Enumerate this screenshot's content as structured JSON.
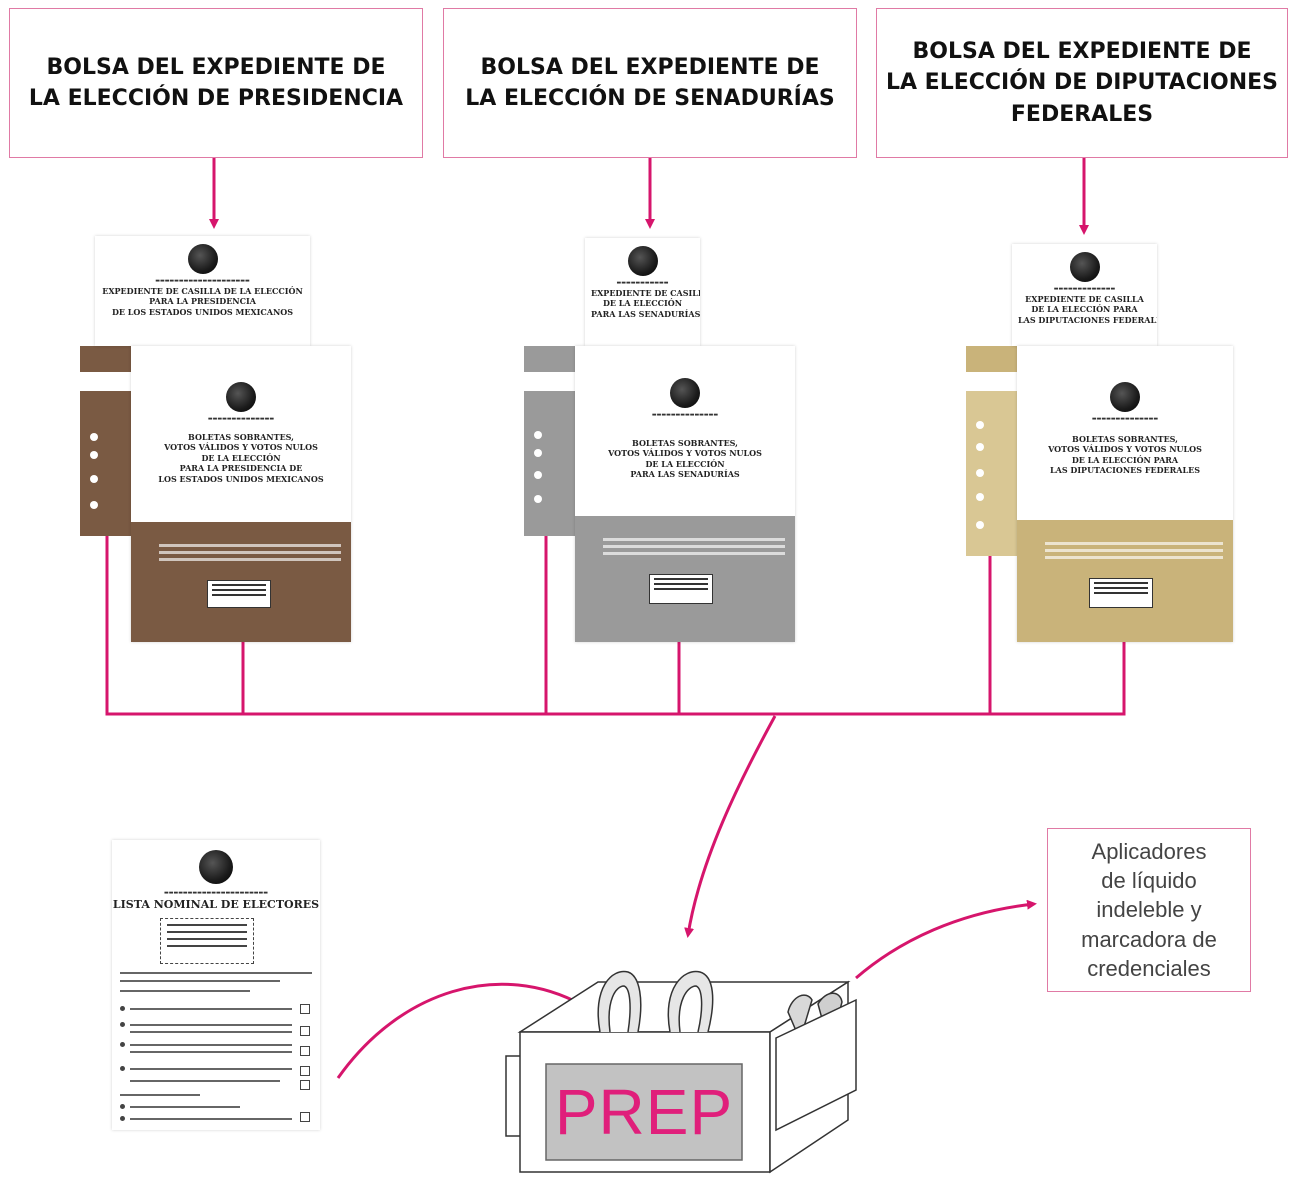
{
  "boxes": {
    "presidencia": {
      "lines": [
        "BOLSA DEL EXPEDIENTE DE",
        "LA ELECCIÓN DE PRESIDENCIA"
      ]
    },
    "senadurias": {
      "lines": [
        "BOLSA DEL EXPEDIENTE DE",
        "LA ELECCIÓN DE SENADURÍAS"
      ]
    },
    "diputaciones": {
      "lines": [
        "BOLSA DEL EXPEDIENTE DE",
        "LA ELECCIÓN DE DIPUTACIONES",
        "FEDERALES"
      ]
    }
  },
  "documents": {
    "presidencia": {
      "back_title": [
        "EXPEDIENTE DE CASILLA DE LA ELECCIÓN",
        "PARA LA PRESIDENCIA",
        "DE LOS ESTADOS UNIDOS MEXICANOS"
      ],
      "front_title": [
        "BOLETAS SOBRANTES,",
        "VOTOS VÁLIDOS Y VOTOS NULOS",
        "DE LA ELECCIÓN",
        "PARA LA PRESIDENCIA DE",
        "LOS ESTADOS UNIDOS MEXICANOS"
      ]
    },
    "senadurias": {
      "back_title": [
        "EXPEDIENTE DE CASILLA",
        "DE LA ELECCIÓN",
        "PARA LAS SENADURÍAS"
      ],
      "front_title": [
        "BOLETAS SOBRANTES,",
        "VOTOS VÁLIDOS Y VOTOS NULOS",
        "DE LA ELECCIÓN",
        "PARA LAS SENADURÍAS"
      ]
    },
    "diputaciones": {
      "back_title": [
        "EXPEDIENTE DE CASILLA",
        "DE LA ELECCIÓN PARA",
        "LAS DIPUTACIONES FEDERALES"
      ],
      "front_title": [
        "BOLETAS SOBRANTES,",
        "VOTOS VÁLIDOS Y VOTOS NULOS",
        "DE LA ELECCIÓN PARA",
        "LAS DIPUTACIONES FEDERALES"
      ]
    },
    "lista_nominal": {
      "title": "LISTA NOMINAL DE ELECTORES"
    }
  },
  "package": {
    "label": "PREP"
  },
  "side_note": {
    "lines": [
      "Aplicadores",
      "de líquido",
      "indeleble y",
      "marcadora de",
      "credenciales"
    ]
  },
  "colors": {
    "connector": "#d6156c",
    "box_border": "#e07aa5",
    "presidencia": "#7a5a43",
    "senadurias": "#9a9a9a",
    "diputaciones": "#c9b37a",
    "prep_text": "#e01f7b"
  }
}
